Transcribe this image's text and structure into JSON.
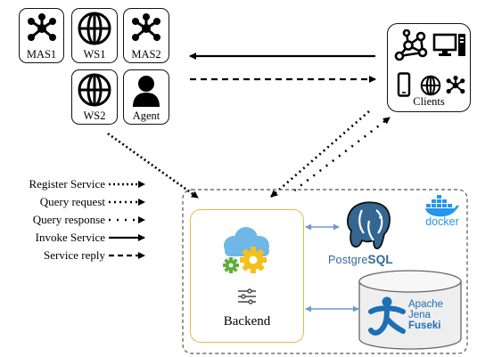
{
  "nodes": {
    "mas1": "MAS1",
    "ws1": "WS1",
    "mas2": "MAS2",
    "ws2": "WS2",
    "agent": "Agent",
    "clients": "Clients"
  },
  "legend": [
    {
      "label": "Register Service",
      "style": "dotted-dense"
    },
    {
      "label": "Query request",
      "style": "dotted"
    },
    {
      "label": "Query response",
      "style": "dotted-sparse"
    },
    {
      "label": "Invoke Service",
      "style": "solid"
    },
    {
      "label": "Service reply",
      "style": "dashed"
    }
  ],
  "backend": {
    "label": "Backend",
    "postgres_prefix": "Postgre",
    "postgres_suffix": "SQL",
    "docker": "docker",
    "fuseki_line1": "Apache",
    "fuseki_line2": "Jena",
    "fuseki_line3": "Fuseki"
  },
  "colors": {
    "backend_border": "#e7b84a",
    "cloud": "#6fb7e6",
    "gear_yellow": "#f3c11a",
    "gear_green": "#5fae3a",
    "postgres_blue": "#336791",
    "docker_blue": "#2396ed",
    "fuseki_blue": "#1e6fb4",
    "link_blue": "#6f9cc9"
  }
}
